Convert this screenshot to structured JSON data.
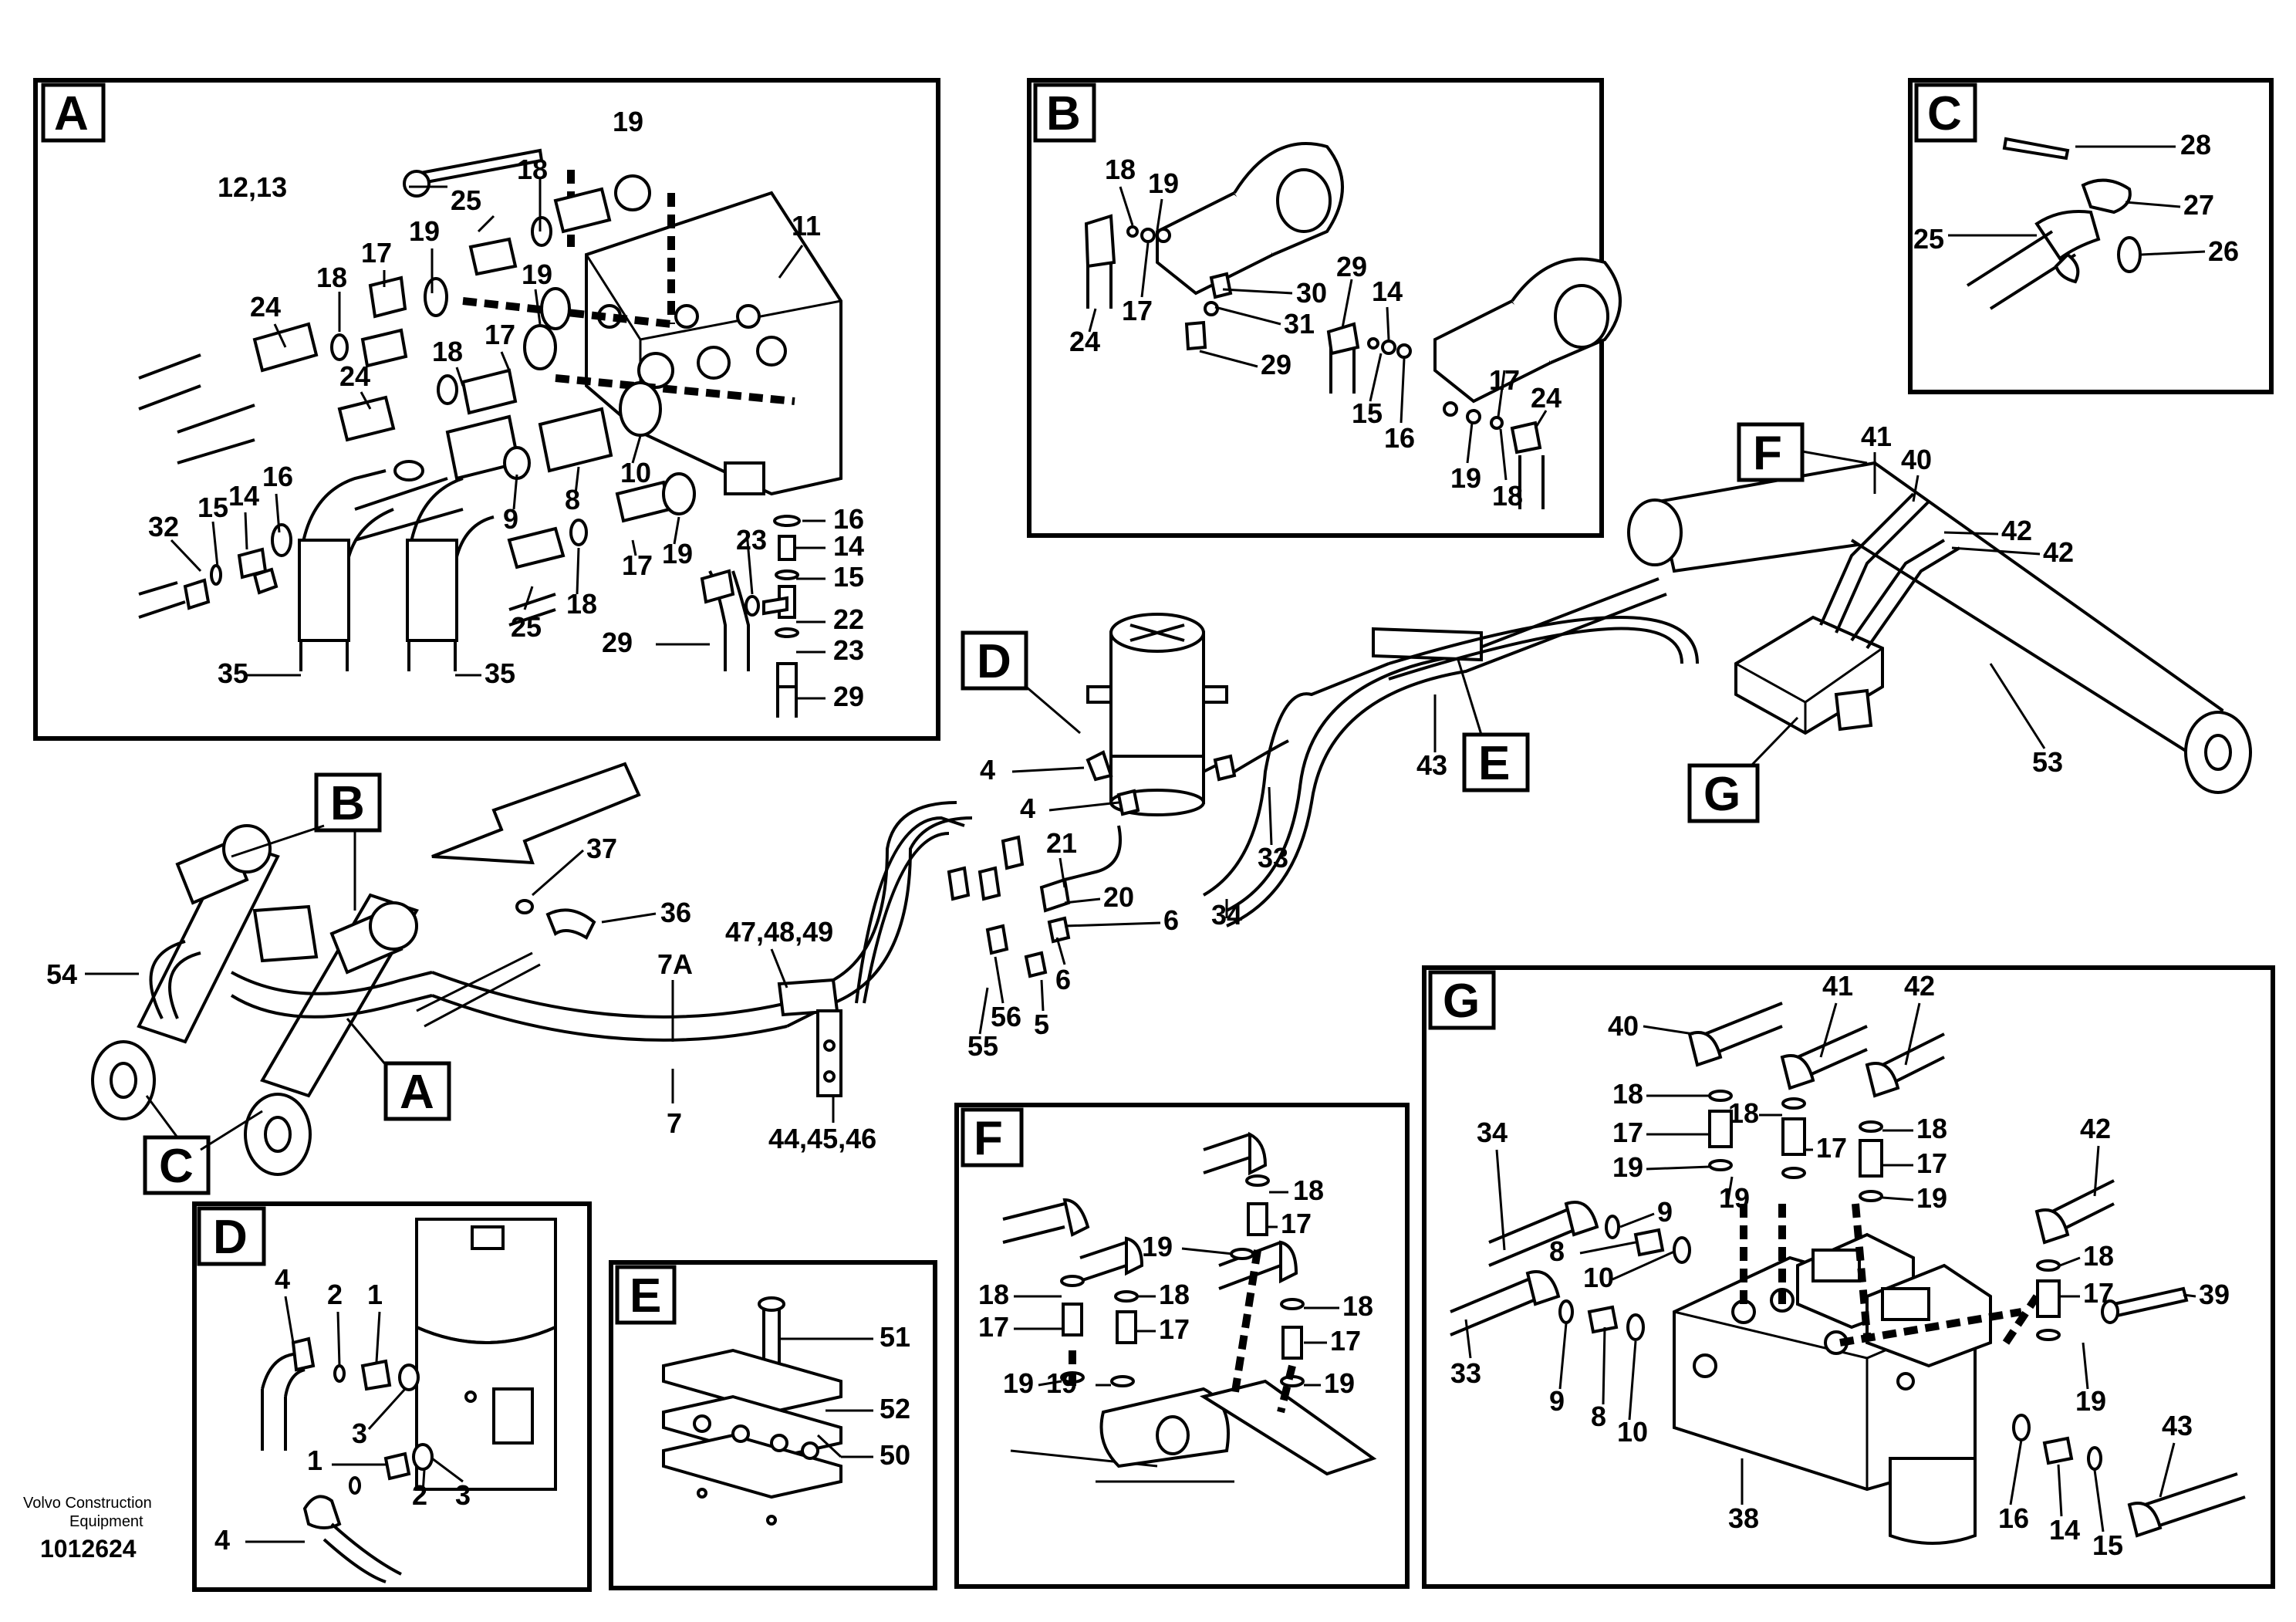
{
  "footer": {
    "brand_line1": "Volvo Construction",
    "brand_line2": "Equipment",
    "drawing_number": "1012624"
  },
  "panels": {
    "A": "A",
    "B": "B",
    "C": "C",
    "D": "D",
    "E": "E",
    "F": "F",
    "G": "G"
  },
  "callouts": {
    "main_D": "D",
    "main_E": "E",
    "main_F": "F",
    "main_G": "G",
    "main_B": "B",
    "main_A": "A",
    "main_C": "C"
  },
  "labels": {
    "A": [
      "19",
      "12,13",
      "18",
      "25",
      "11",
      "19",
      "17",
      "18",
      "24",
      "19",
      "24",
      "18",
      "17",
      "32",
      "15",
      "14",
      "16",
      "9",
      "8",
      "10",
      "16",
      "14",
      "15",
      "17",
      "19",
      "25",
      "18",
      "23",
      "22",
      "23",
      "29",
      "29",
      "35",
      "35"
    ],
    "B": [
      "18",
      "19",
      "17",
      "24",
      "30",
      "31",
      "29",
      "29",
      "14",
      "15",
      "16",
      "17",
      "24",
      "19",
      "18"
    ],
    "C": [
      "28",
      "27",
      "25",
      "26"
    ],
    "main": [
      "37",
      "36",
      "54",
      "7A",
      "47,48,49",
      "7",
      "44,45,46",
      "4",
      "4",
      "21",
      "20",
      "6",
      "6",
      "56",
      "5",
      "55",
      "34",
      "33",
      "43",
      "41",
      "40",
      "42",
      "42",
      "53"
    ],
    "D": [
      "4",
      "2",
      "1",
      "3",
      "3",
      "1",
      "2",
      "4"
    ],
    "E": [
      "51",
      "52",
      "50"
    ],
    "F": [
      "18",
      "17",
      "19",
      "18",
      "18",
      "17",
      "17",
      "19",
      "19",
      "18",
      "17",
      "19"
    ],
    "G": [
      "40",
      "41",
      "42",
      "18",
      "18",
      "18",
      "17",
      "17",
      "17",
      "19",
      "19",
      "19",
      "42",
      "34",
      "9",
      "8",
      "10",
      "18",
      "17",
      "39",
      "33",
      "9",
      "8",
      "10",
      "19",
      "38",
      "16",
      "14",
      "15",
      "43"
    ]
  }
}
